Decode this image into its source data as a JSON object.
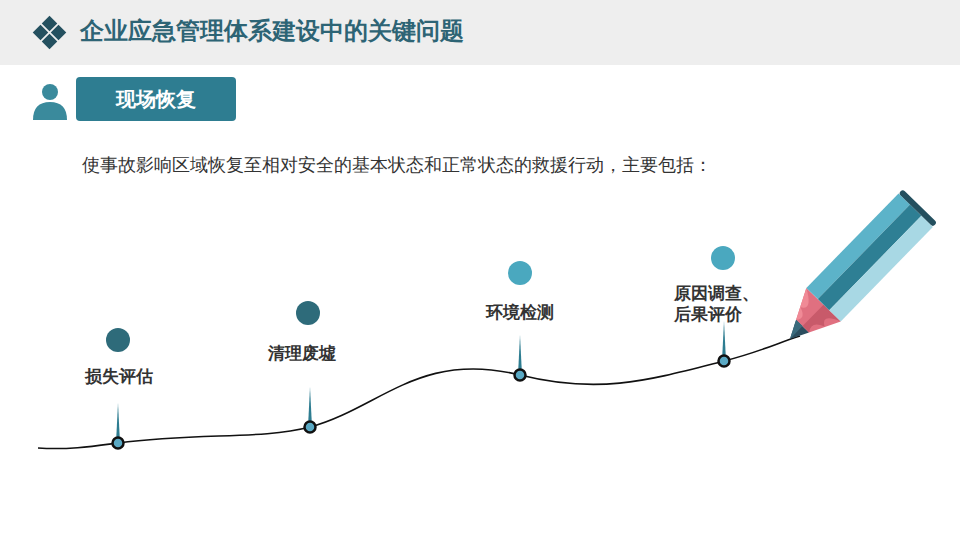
{
  "diagram": {
    "title": "企业应急管理体系建设中的关键问题",
    "nodes": [
      {
        "text": [
          "现场恢复"
        ]
      }
    ],
    "labels": [
      "使事故影响区域恢复至相对安全的基本状态和正常状态的救援行动，主要包括：",
      "损失评估",
      "清理废墟",
      "环境检测",
      "原因调查、 后果评价"
    ]
  }
}
